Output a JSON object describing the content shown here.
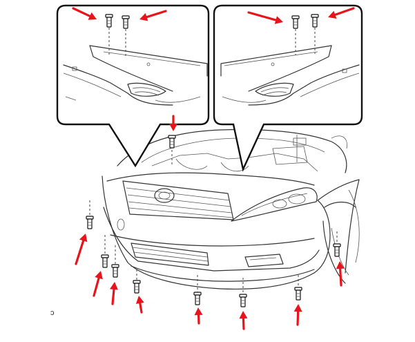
{
  "diagram": {
    "subject": "front-bumper-fastener-locations",
    "callouts": [
      {
        "id": "upper-left-detail",
        "fasteners": 2,
        "arrows": 2
      },
      {
        "id": "upper-right-detail",
        "fasteners": 2,
        "arrows": 2
      }
    ],
    "main_view": {
      "fasteners": 9,
      "arrows": 9
    },
    "colors": {
      "arrow": "#e8141c",
      "line": "#333333",
      "frame": "#111111",
      "background": "#ffffff"
    },
    "corner_mark": "ɔ"
  }
}
